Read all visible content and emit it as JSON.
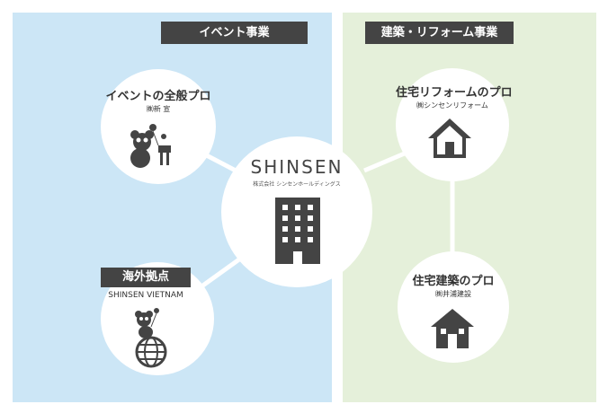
{
  "sections": {
    "event_label": "イベント事業",
    "build_label": "建築・リフォーム事業"
  },
  "center": {
    "logo": "SHINSEN",
    "company": "株式会社 シンセンホールディングス",
    "icon": "building-icon"
  },
  "nodes": {
    "event": {
      "title": "イベントの全般プロ",
      "company": "㈱新 宣",
      "icon": "panda-balloon-icon"
    },
    "overseas": {
      "tag": "海外拠点",
      "company": "SHINSEN VIETNAM",
      "icon": "panda-globe-icon"
    },
    "reform": {
      "title": "住宅リフォームのプロ",
      "company": "㈱シンセンリフォーム",
      "icon": "house-icon"
    },
    "build": {
      "title": "住宅建築のプロ",
      "company": "㈱井浦建設",
      "icon": "house-icon"
    }
  },
  "colors": {
    "event_bg": "#cce6f6",
    "build_bg": "#e5f0da",
    "tag_bg": "#444444",
    "icon": "#444444"
  }
}
